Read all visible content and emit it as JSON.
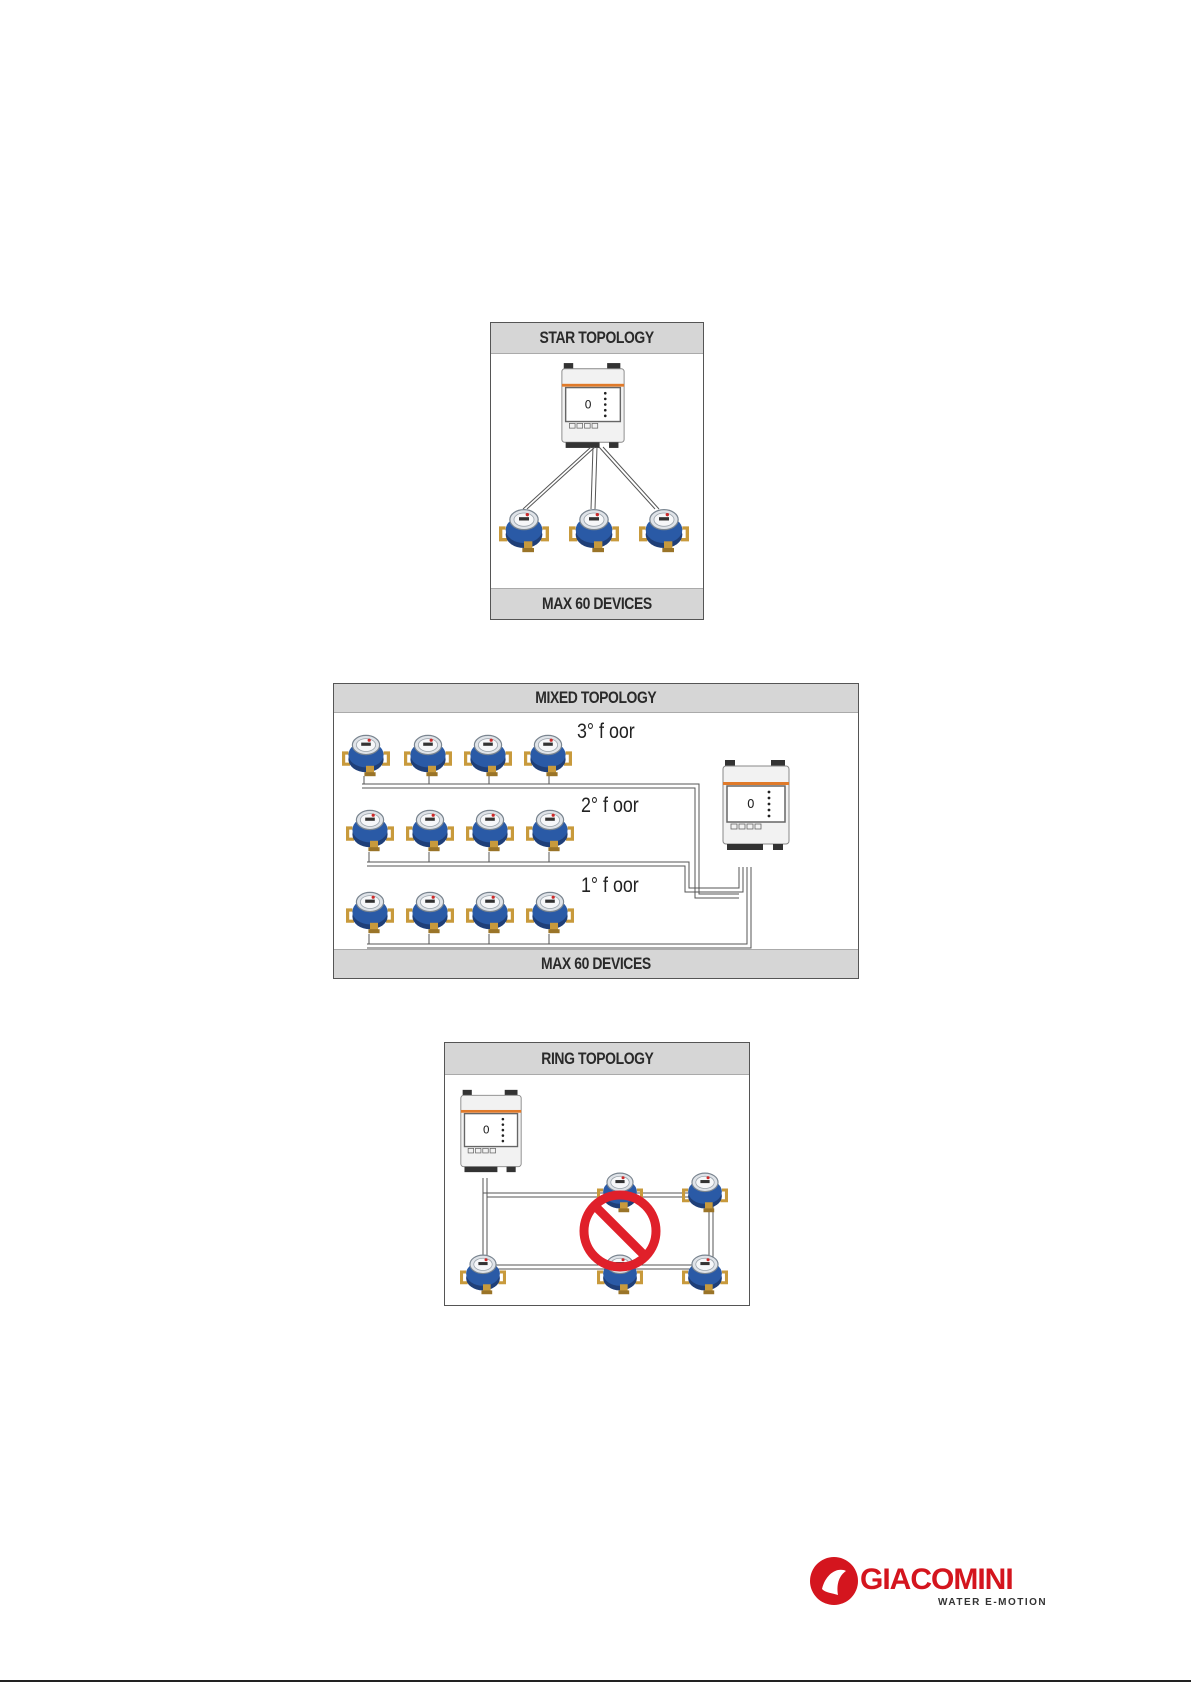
{
  "star": {
    "title": "STAR TOPOLOGY",
    "footer": "MAX 60 DEVICES"
  },
  "mixed": {
    "title": "MIXED TOPOLOGY",
    "footer": "MAX 60 DEVICES",
    "floors": [
      "3° f oor",
      "2° f oor",
      "1° f oor"
    ]
  },
  "ring": {
    "title": "RING TOPOLOGY"
  },
  "logo": {
    "brand": "GIACOMINI",
    "tagline": "WATER E-MOTION"
  },
  "colors": {
    "panel_header": "#d6d6d6",
    "meter_blue": "#2a4f8e",
    "brass": "#c89a3c",
    "prohibited_red": "#e0202a",
    "brand_red": "#d4151e"
  },
  "icons": [
    "concentrator-device-icon",
    "water-meter-icon",
    "prohibited-icon",
    "giacomini-logo-icon"
  ]
}
